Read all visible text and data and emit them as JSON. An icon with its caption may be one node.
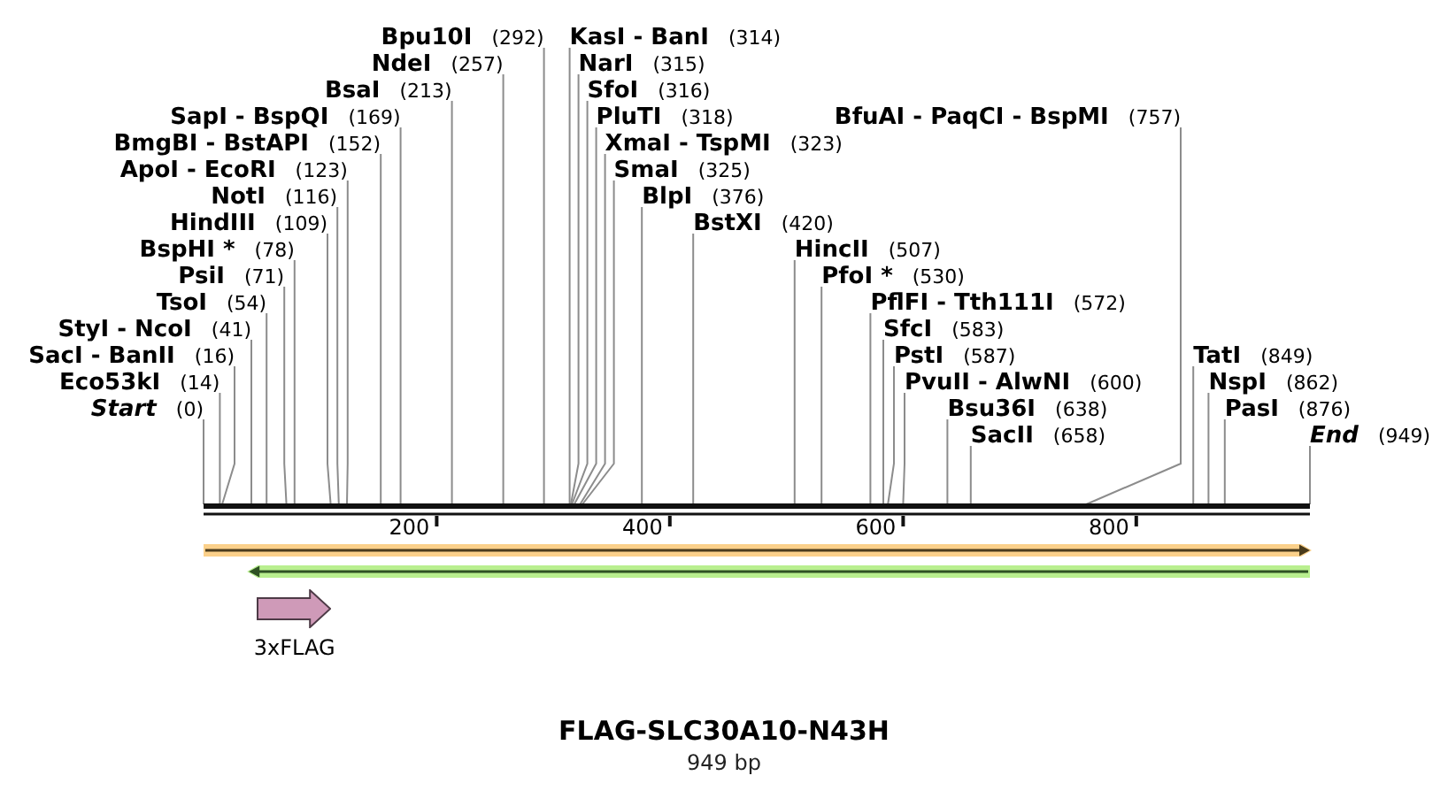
{
  "diagram": {
    "title": "FLAG-SLC30A10-N43H",
    "caption": "949 bp",
    "nodes": [
      {
        "text": [
          "KasI - BanI",
          "(314)"
        ]
      },
      {
        "text": [
          "NarI",
          "(315)"
        ]
      },
      {
        "text": [
          "TsoI",
          "(54)"
        ]
      },
      {
        "text": [
          "SfoI",
          "(316)"
        ]
      },
      {
        "text": [
          "PsiI",
          "(71)"
        ]
      },
      {
        "text": [
          "PluTI",
          "(318)"
        ]
      },
      {
        "text": [
          "BspHI *",
          "(78)"
        ]
      },
      {
        "text": [
          "XmaI - TspMI",
          "(323)"
        ]
      },
      {
        "text": [
          "SmaI",
          "(325)"
        ]
      },
      {
        "text": [
          "HindIII",
          "(109)"
        ]
      },
      {
        "text": [
          "PvuII - AlwNI",
          "(600)"
        ]
      },
      {
        "text": [
          "NotI",
          "(116)"
        ]
      },
      {
        "text": [
          "BlpI",
          "(376)"
        ]
      },
      {
        "text": [
          "Bsu36I",
          "(638)"
        ]
      },
      {
        "text": [
          "ApoI - EcoRI",
          "(123)"
        ]
      },
      {
        "text": [
          "BstXI",
          "(420)"
        ]
      },
      {
        "text": [
          "SacII",
          "(658)"
        ]
      },
      {
        "text": [
          "BmgBI - BstAPI",
          "(152)"
        ]
      },
      {
        "text": [
          "HincII",
          "(507)"
        ]
      },
      {
        "text": [
          "BfuAI - PaqCI - BspMI",
          "(757)"
        ]
      },
      {
        "text": [
          "SapI - BspQI",
          "(169)"
        ]
      },
      {
        "text": [
          "Start",
          "(0)"
        ]
      },
      {
        "text": [
          "PfoI *",
          "(530)"
        ]
      },
      {
        "text": [
          "TatI",
          "(849)"
        ]
      },
      {
        "text": [
          "BsaI",
          "(213)"
        ]
      },
      {
        "text": [
          "Eco53kI",
          "(14)"
        ]
      },
      {
        "text": [
          "NspI",
          "(862)"
        ]
      },
      {
        "text": [
          "PflFI - Tth111I",
          "(572)"
        ]
      },
      {
        "text": [
          "SacI - BanII",
          "(16)"
        ]
      },
      {
        "text": [
          "NdeI",
          "(257)"
        ]
      },
      {
        "text": [
          "PasI",
          "(876)"
        ]
      },
      {
        "text": [
          "SfcI",
          "(583)"
        ]
      },
      {
        "text": [
          "StyI - NcoI",
          "(41)"
        ]
      },
      {
        "text": [
          "Bpu10I",
          "(292)"
        ]
      },
      {
        "text": [
          "PstI",
          "(587)"
        ]
      },
      {
        "text": [
          "End",
          "(949)"
        ]
      },
      {
        "text": [],
        "shape": "bar"
      },
      {
        "text": [
          "3xFLAG"
        ]
      }
    ],
    "edges": [
      {
        "from": 0,
        "to": 36,
        "arrow": "none"
      },
      {
        "from": 1,
        "to": 36,
        "arrow": "none"
      },
      {
        "from": 2,
        "to": 36,
        "arrow": "none"
      },
      {
        "from": 3,
        "to": 36,
        "arrow": "none"
      },
      {
        "from": 4,
        "to": 36,
        "arrow": "none"
      },
      {
        "from": 5,
        "to": 36,
        "arrow": "none"
      },
      {
        "from": 6,
        "to": 36,
        "arrow": "none"
      },
      {
        "from": 7,
        "to": 36,
        "arrow": "none"
      },
      {
        "from": 8,
        "to": 36,
        "arrow": "none"
      },
      {
        "from": 9,
        "to": 36,
        "arrow": "none"
      },
      {
        "from": 10,
        "to": 36,
        "arrow": "none"
      },
      {
        "from": 11,
        "to": 36,
        "arrow": "none"
      },
      {
        "from": 12,
        "to": 36,
        "arrow": "none"
      },
      {
        "from": 13,
        "to": 36,
        "arrow": "none"
      },
      {
        "from": 14,
        "to": 36,
        "arrow": "none"
      },
      {
        "from": 15,
        "to": 36,
        "arrow": "none"
      },
      {
        "from": 16,
        "to": 36,
        "arrow": "none"
      },
      {
        "from": 17,
        "to": 36,
        "arrow": "none"
      },
      {
        "from": 18,
        "to": 36,
        "arrow": "none"
      },
      {
        "from": 19,
        "to": 36,
        "arrow": "none"
      },
      {
        "from": 20,
        "to": 36,
        "arrow": "none"
      },
      {
        "from": 21,
        "to": 36,
        "arrow": "none"
      },
      {
        "from": 22,
        "to": 36,
        "arrow": "none"
      },
      {
        "from": 23,
        "to": 36,
        "arrow": "none"
      },
      {
        "from": 24,
        "to": 36,
        "arrow": "none"
      },
      {
        "from": 25,
        "to": 36,
        "arrow": "none"
      },
      {
        "from": 26,
        "to": 36,
        "arrow": "none"
      },
      {
        "from": 27,
        "to": 36,
        "arrow": "none"
      },
      {
        "from": 28,
        "to": 36,
        "arrow": "none"
      },
      {
        "from": 29,
        "to": 36,
        "arrow": "none"
      },
      {
        "from": 30,
        "to": 36,
        "arrow": "none"
      },
      {
        "from": 31,
        "to": 36,
        "arrow": "none"
      },
      {
        "from": 32,
        "to": 36,
        "arrow": "none"
      },
      {
        "from": 33,
        "to": 36,
        "arrow": "none"
      },
      {
        "from": 34,
        "to": 36,
        "arrow": "none"
      },
      {
        "from": 35,
        "to": 36,
        "arrow": "none"
      }
    ],
    "labels": [
      "200",
      "400",
      "600",
      "800"
    ]
  }
}
